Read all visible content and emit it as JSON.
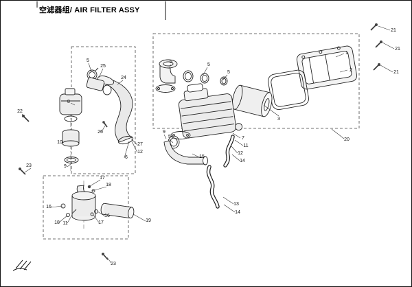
{
  "title": "空滤器组/ AIR FILTER ASSY",
  "callouts": [
    "21",
    "21",
    "21",
    "1",
    "2",
    "3",
    "20",
    "5",
    "5",
    "5",
    "7",
    "11",
    "12",
    "14",
    "13",
    "14",
    "9",
    "5",
    "15",
    "5",
    "25",
    "24",
    "8",
    "26",
    "10",
    "9",
    "27",
    "12",
    "6",
    "22",
    "23",
    "17",
    "18",
    "16",
    "18",
    "11",
    "16",
    "17",
    "19",
    "23"
  ]
}
